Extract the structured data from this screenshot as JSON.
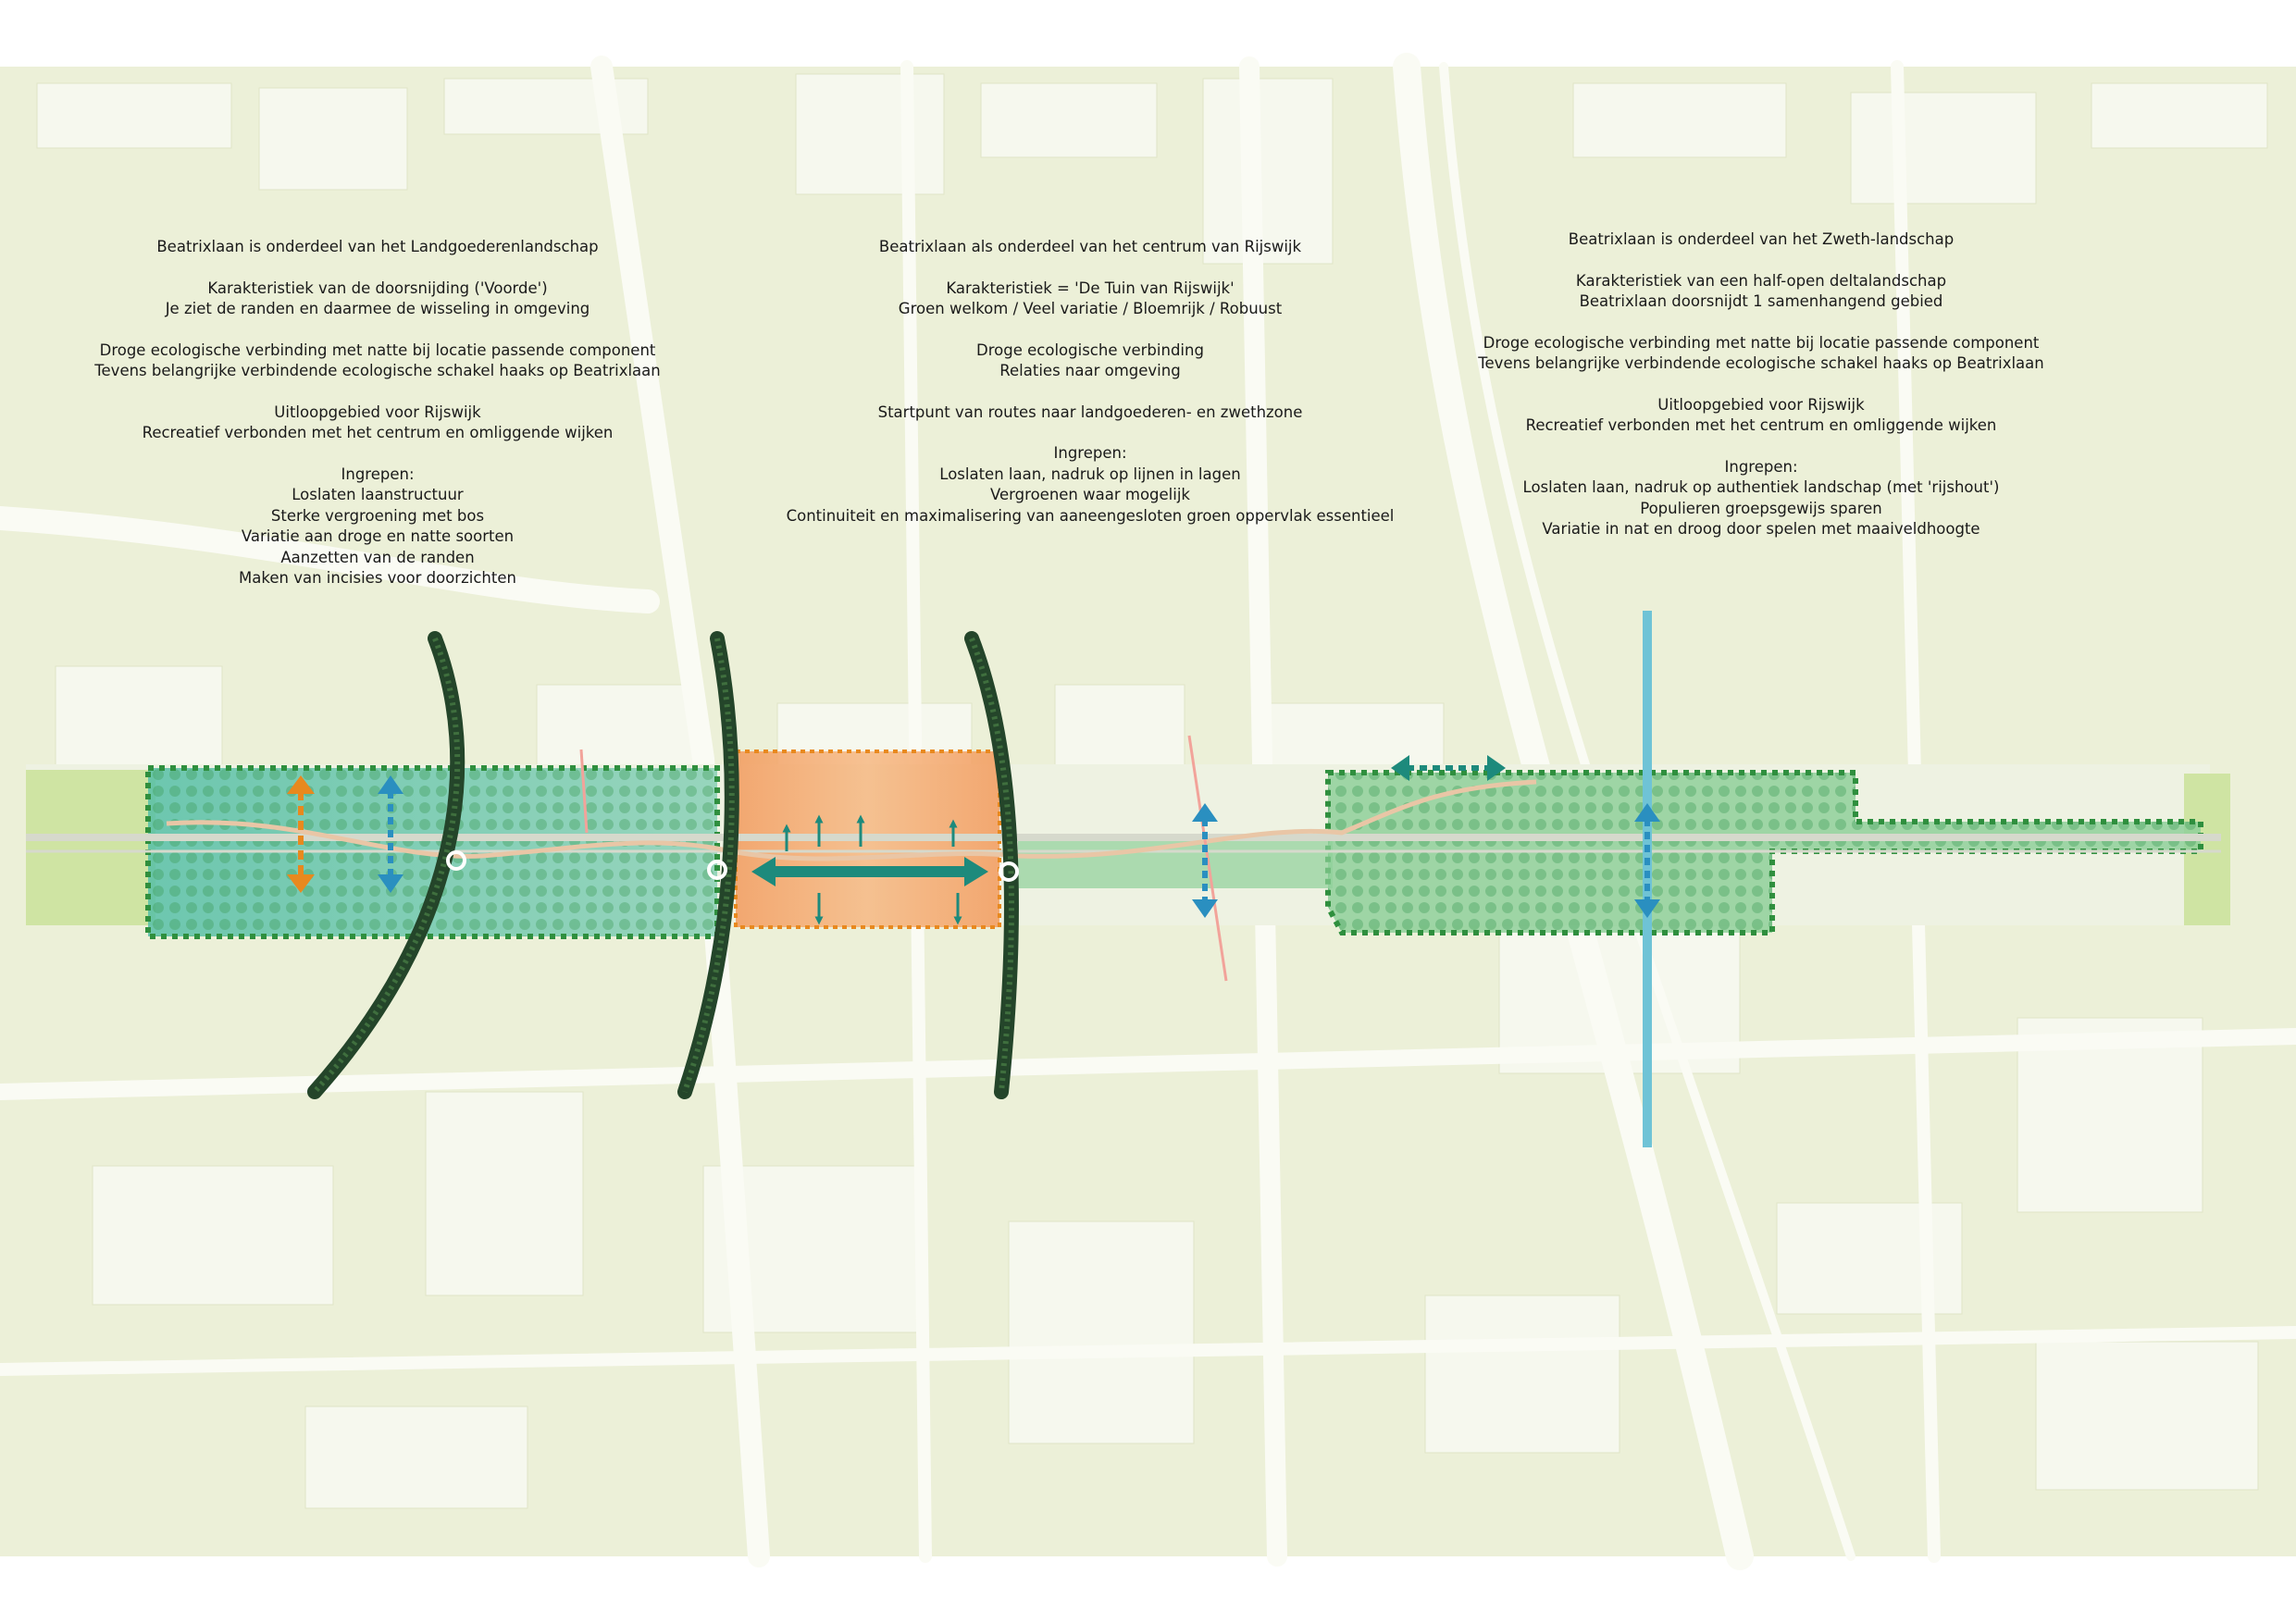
{
  "blocks": {
    "left": {
      "title": "Beatrixlaan is onderdeel van het Landgoederenlandschap",
      "char_heading": "Karakteristiek van de  doorsnijding ('Voorde')",
      "char_text": "Je ziet de randen en daarmee de wisseling in omgeving",
      "eco_1": "Droge ecologische verbinding met natte bij locatie passende component",
      "eco_2": "Tevens belangrijke verbindende ecologische schakel haaks op Beatrixlaan",
      "uitloop_1": "Uitloopgebied voor Rijswijk",
      "uitloop_2": "Recreatief verbonden met het centrum en omliggende wijken",
      "ingrepen_heading": "Ingrepen:",
      "ingrepen": [
        "Loslaten laanstructuur",
        "Sterke vergroening met bos",
        "Variatie aan droge en natte soorten",
        "Aanzetten van de randen",
        "Maken van incisies voor doorzichten"
      ]
    },
    "center": {
      "title": "Beatrixlaan als onderdeel van het centrum van Rijswijk",
      "char_heading": "Karakteristiek = 'De Tuin van Rijswijk'",
      "char_text": "Groen welkom / Veel variatie / Bloemrijk / Robuust",
      "eco_1": "Droge ecologische verbinding",
      "eco_2": "Relaties naar omgeving",
      "start": "Startpunt van routes naar landgoederen- en zwethzone",
      "ingrepen_heading": "Ingrepen:",
      "ingrepen": [
        "Loslaten laan, nadruk op lijnen in lagen",
        "Vergroenen waar mogelijk",
        "Continuiteit en maximalisering van aaneengesloten groen oppervlak essentieel"
      ]
    },
    "right": {
      "title": "Beatrixlaan is onderdeel van het Zweth-landschap",
      "char_heading": "Karakteristiek van een half-open deltalandschap",
      "char_text": "Beatrixlaan doorsnijdt 1 samenhangend gebied",
      "eco_1": "Droge ecologische verbinding met natte bij locatie passende component",
      "eco_2": "Tevens belangrijke verbindende ecologische schakel haaks op Beatrixlaan",
      "uitloop_1": "Uitloopgebied voor Rijswijk",
      "uitloop_2": "Recreatief verbonden met het centrum en omliggende wijken",
      "ingrepen_heading": "Ingrepen:",
      "ingrepen": [
        "Loslaten laan, nadruk op authentiek landschap (met  'rijshout')",
        "Populieren groepsgewijs sparen",
        "Variatie in nat en droog door spelen met maaiveldhoogte"
      ]
    }
  },
  "colors": {
    "background_map": "#ecf0d8",
    "blocks": "#f6f8ee",
    "roads": "#fafbf4",
    "corridor_left": "#4fb8a4",
    "corridor_center": "#f2a36b",
    "corridor_right": "#7fc98b",
    "dotted_border": "#2f8f3e",
    "tree_band": "#24452a",
    "arrow_teal": "#1d8a7c",
    "arrow_blue": "#2a8fc0",
    "arrow_orange": "#e8891e",
    "water_line": "#6fc3d6"
  },
  "icons": [
    "tree-band-icon",
    "dotted-arrow-icon",
    "double-arrow-icon",
    "roundabout-icon"
  ]
}
